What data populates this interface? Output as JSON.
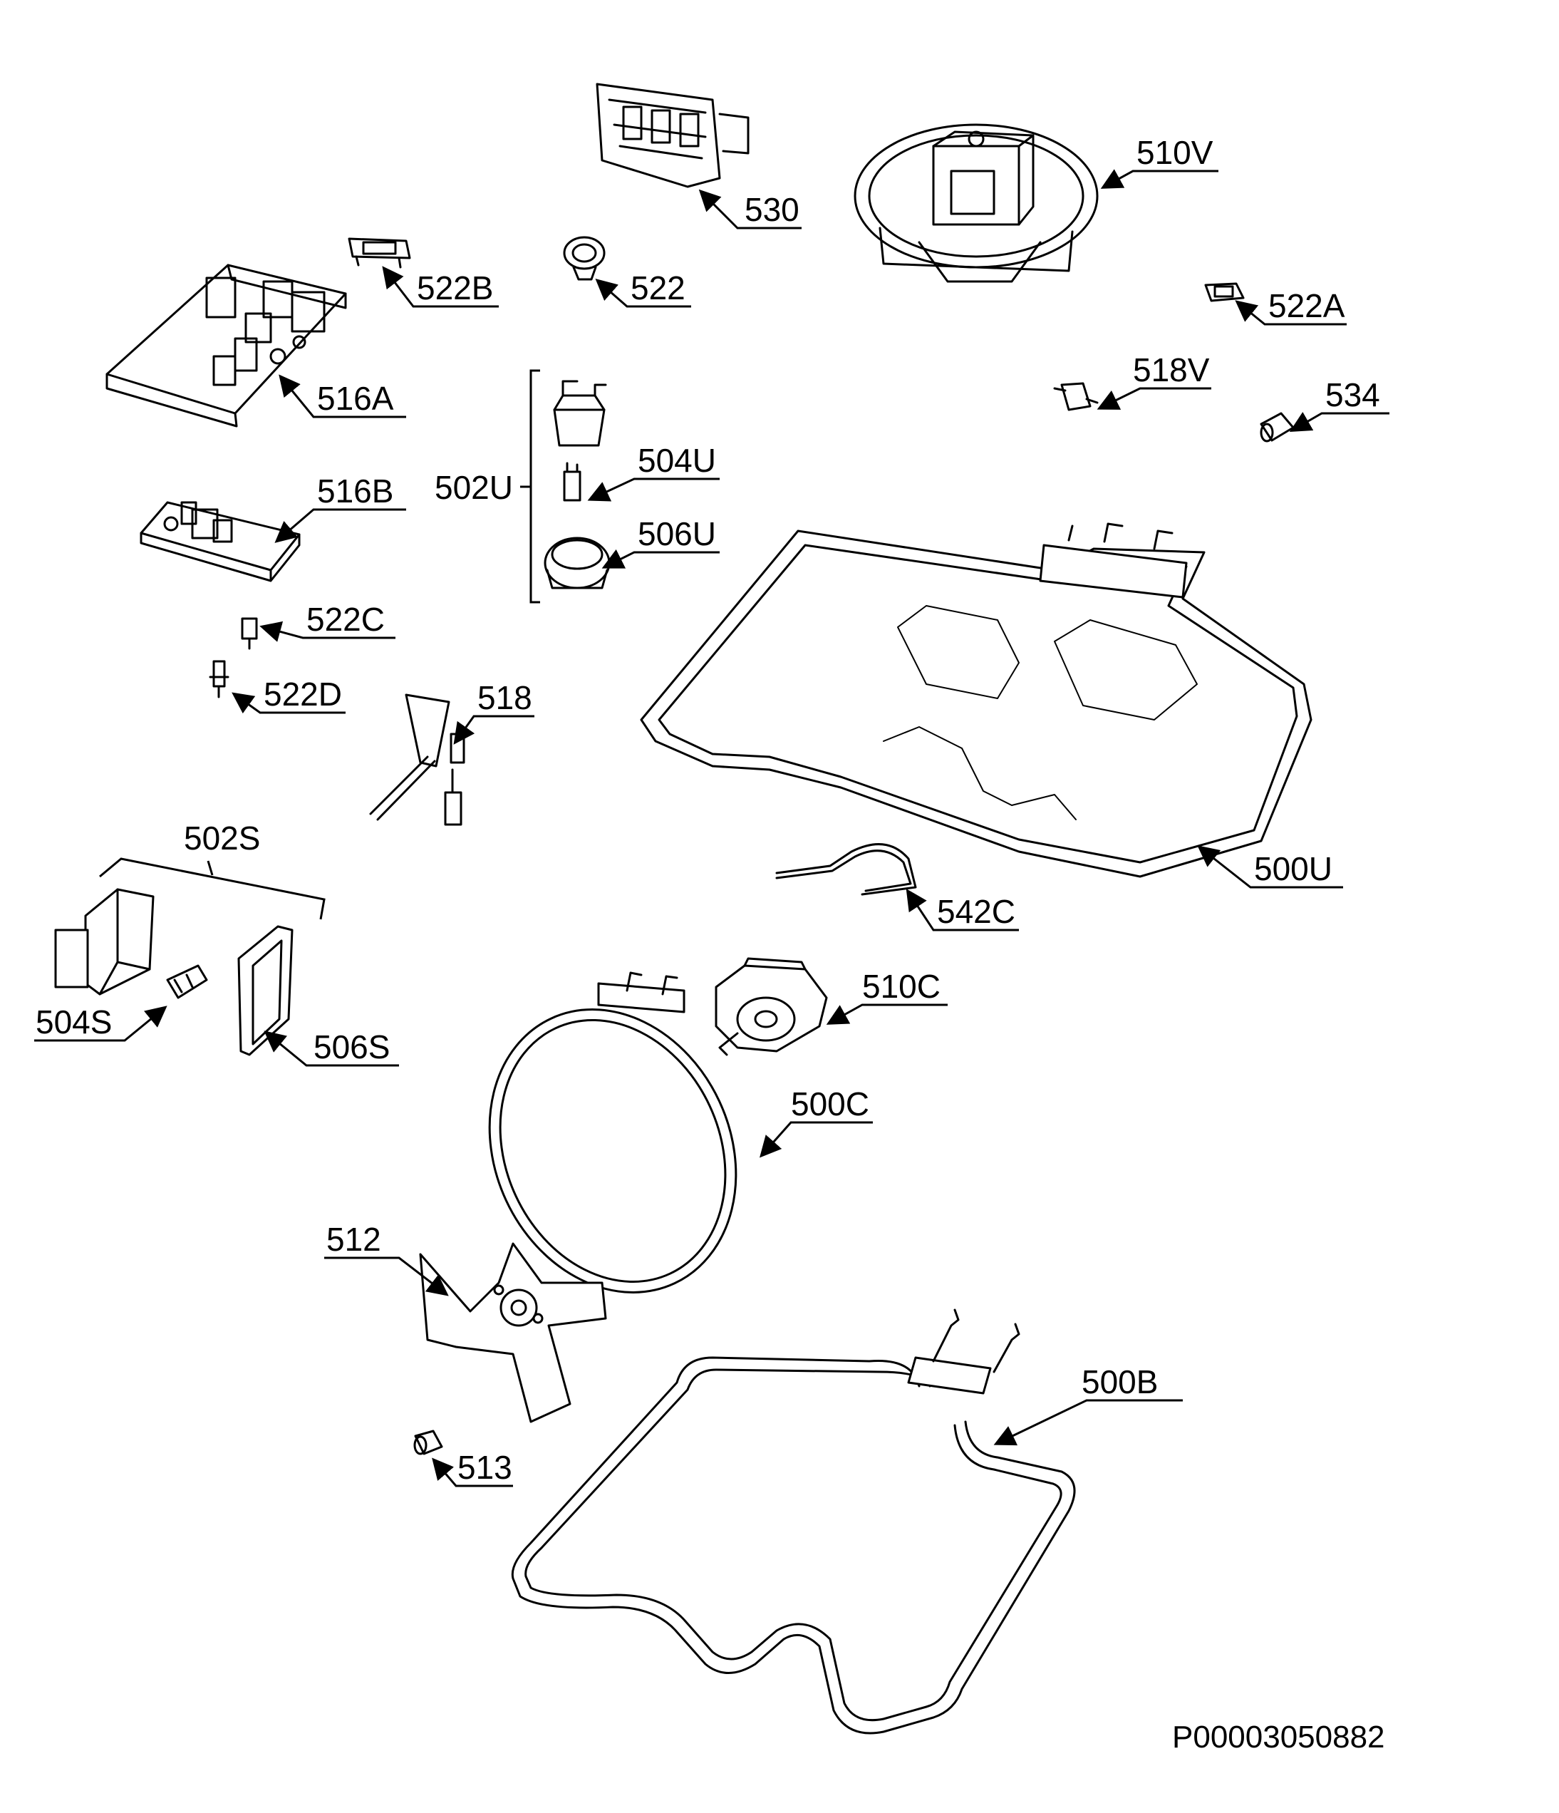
{
  "labels": {
    "l530": "530",
    "l510V": "510V",
    "l522B": "522B",
    "l522": "522",
    "l522A": "522A",
    "l516A": "516A",
    "l518V": "518V",
    "l534": "534",
    "l502U": "502U",
    "l504U": "504U",
    "l506U": "506U",
    "l516B": "516B",
    "l522C": "522C",
    "l522D": "522D",
    "l518": "518",
    "l502S": "502S",
    "l500U": "500U",
    "l542C": "542C",
    "l510C": "510C",
    "l504S": "504S",
    "l506S": "506S",
    "l500C": "500C",
    "l512": "512",
    "l500B": "500B",
    "l513": "513"
  },
  "document_id": "P00003050882"
}
